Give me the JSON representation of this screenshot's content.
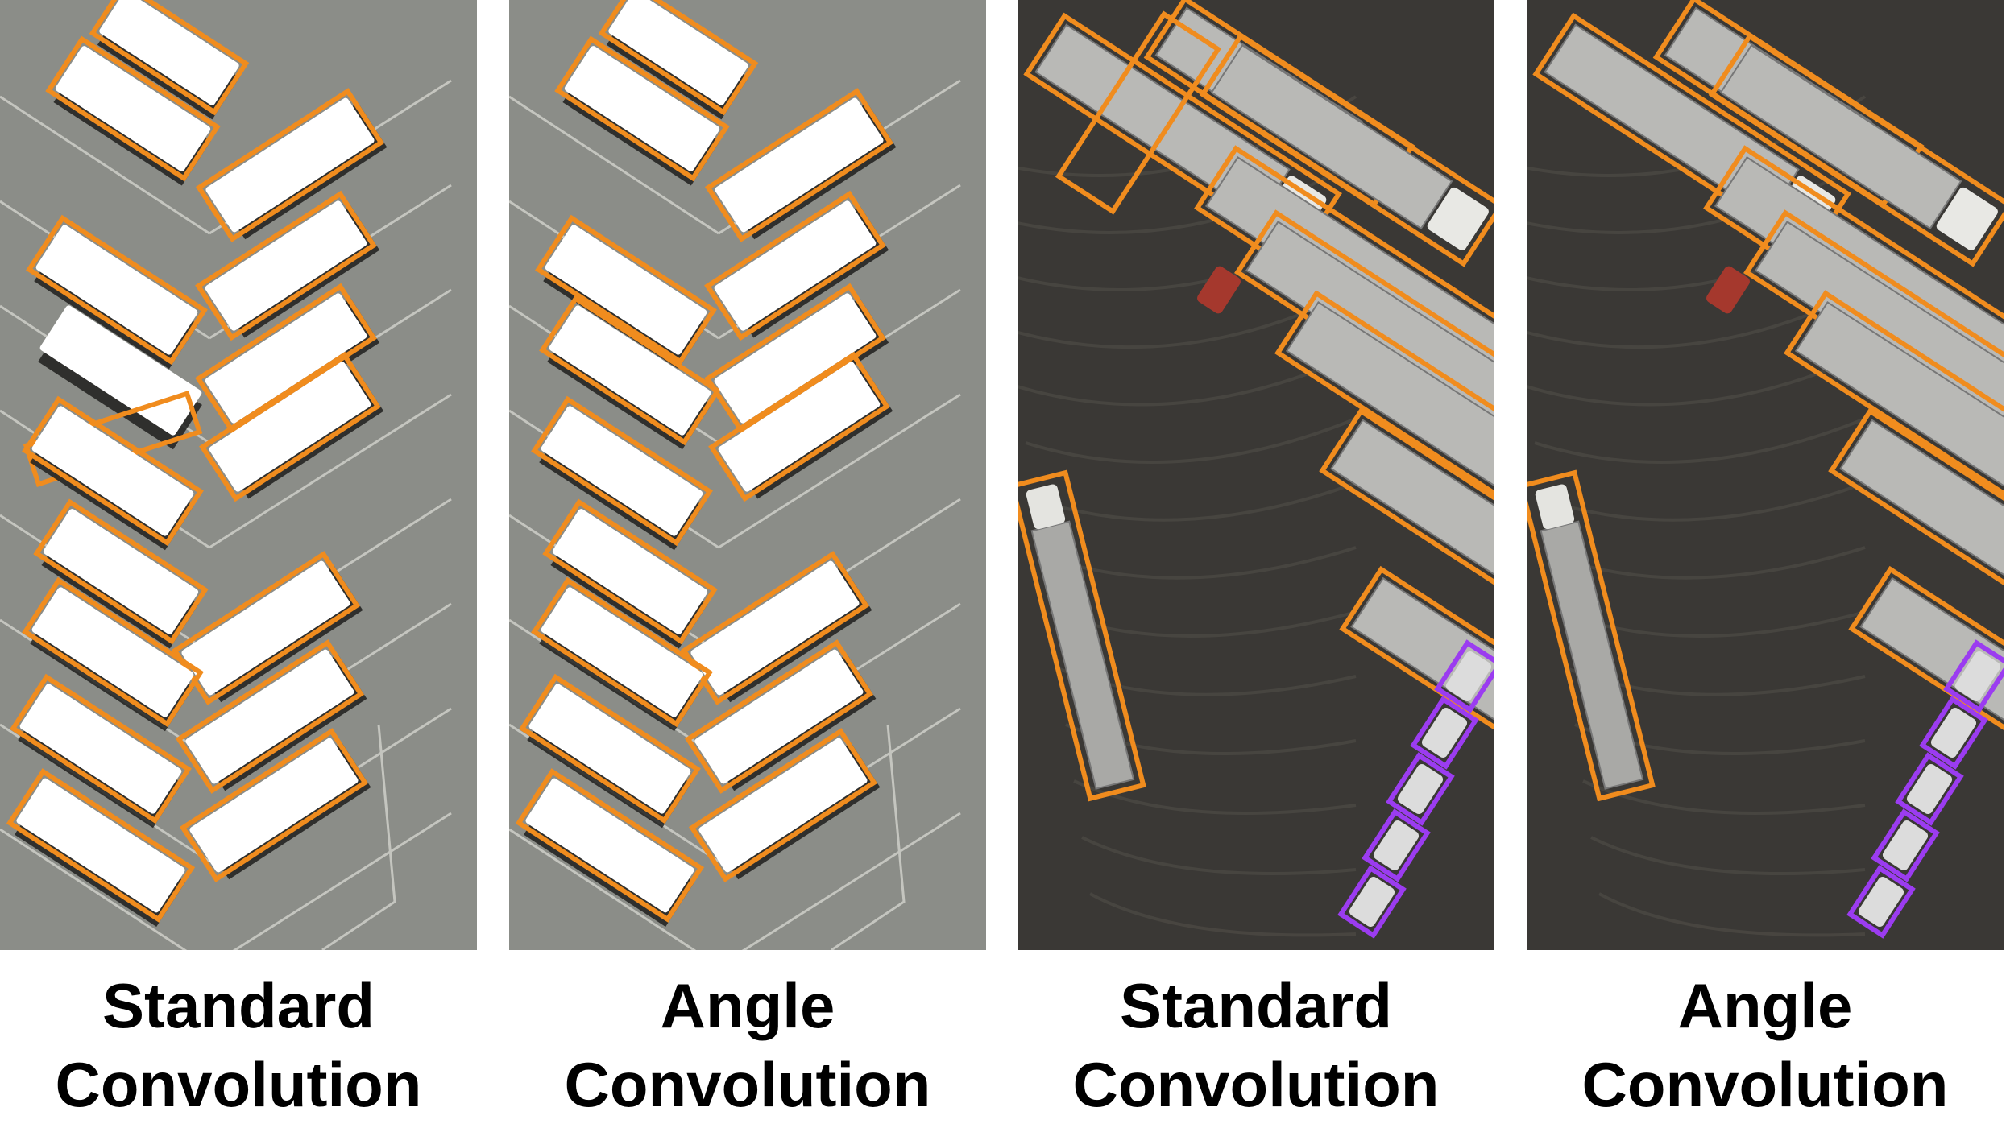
{
  "panels": [
    {
      "caption_line1": "Standard",
      "caption_line2": "Convolution",
      "scene": "bus-parking"
    },
    {
      "caption_line1": "Angle",
      "caption_line2": "Convolution",
      "scene": "bus-parking"
    },
    {
      "caption_line1": "Standard",
      "caption_line2": "Convolution",
      "scene": "truck-lot"
    },
    {
      "caption_line1": "Angle",
      "caption_line2": "Convolution",
      "scene": "truck-lot"
    }
  ],
  "colors": {
    "box_large_vehicle": "#f08c1e",
    "box_small_vehicle": "#9b3cf0",
    "asphalt_light": "#8b8d88",
    "asphalt_dark": "#3a3835",
    "bus_roof": "#ffffff",
    "trailer_roof": "#b9b9b6"
  }
}
